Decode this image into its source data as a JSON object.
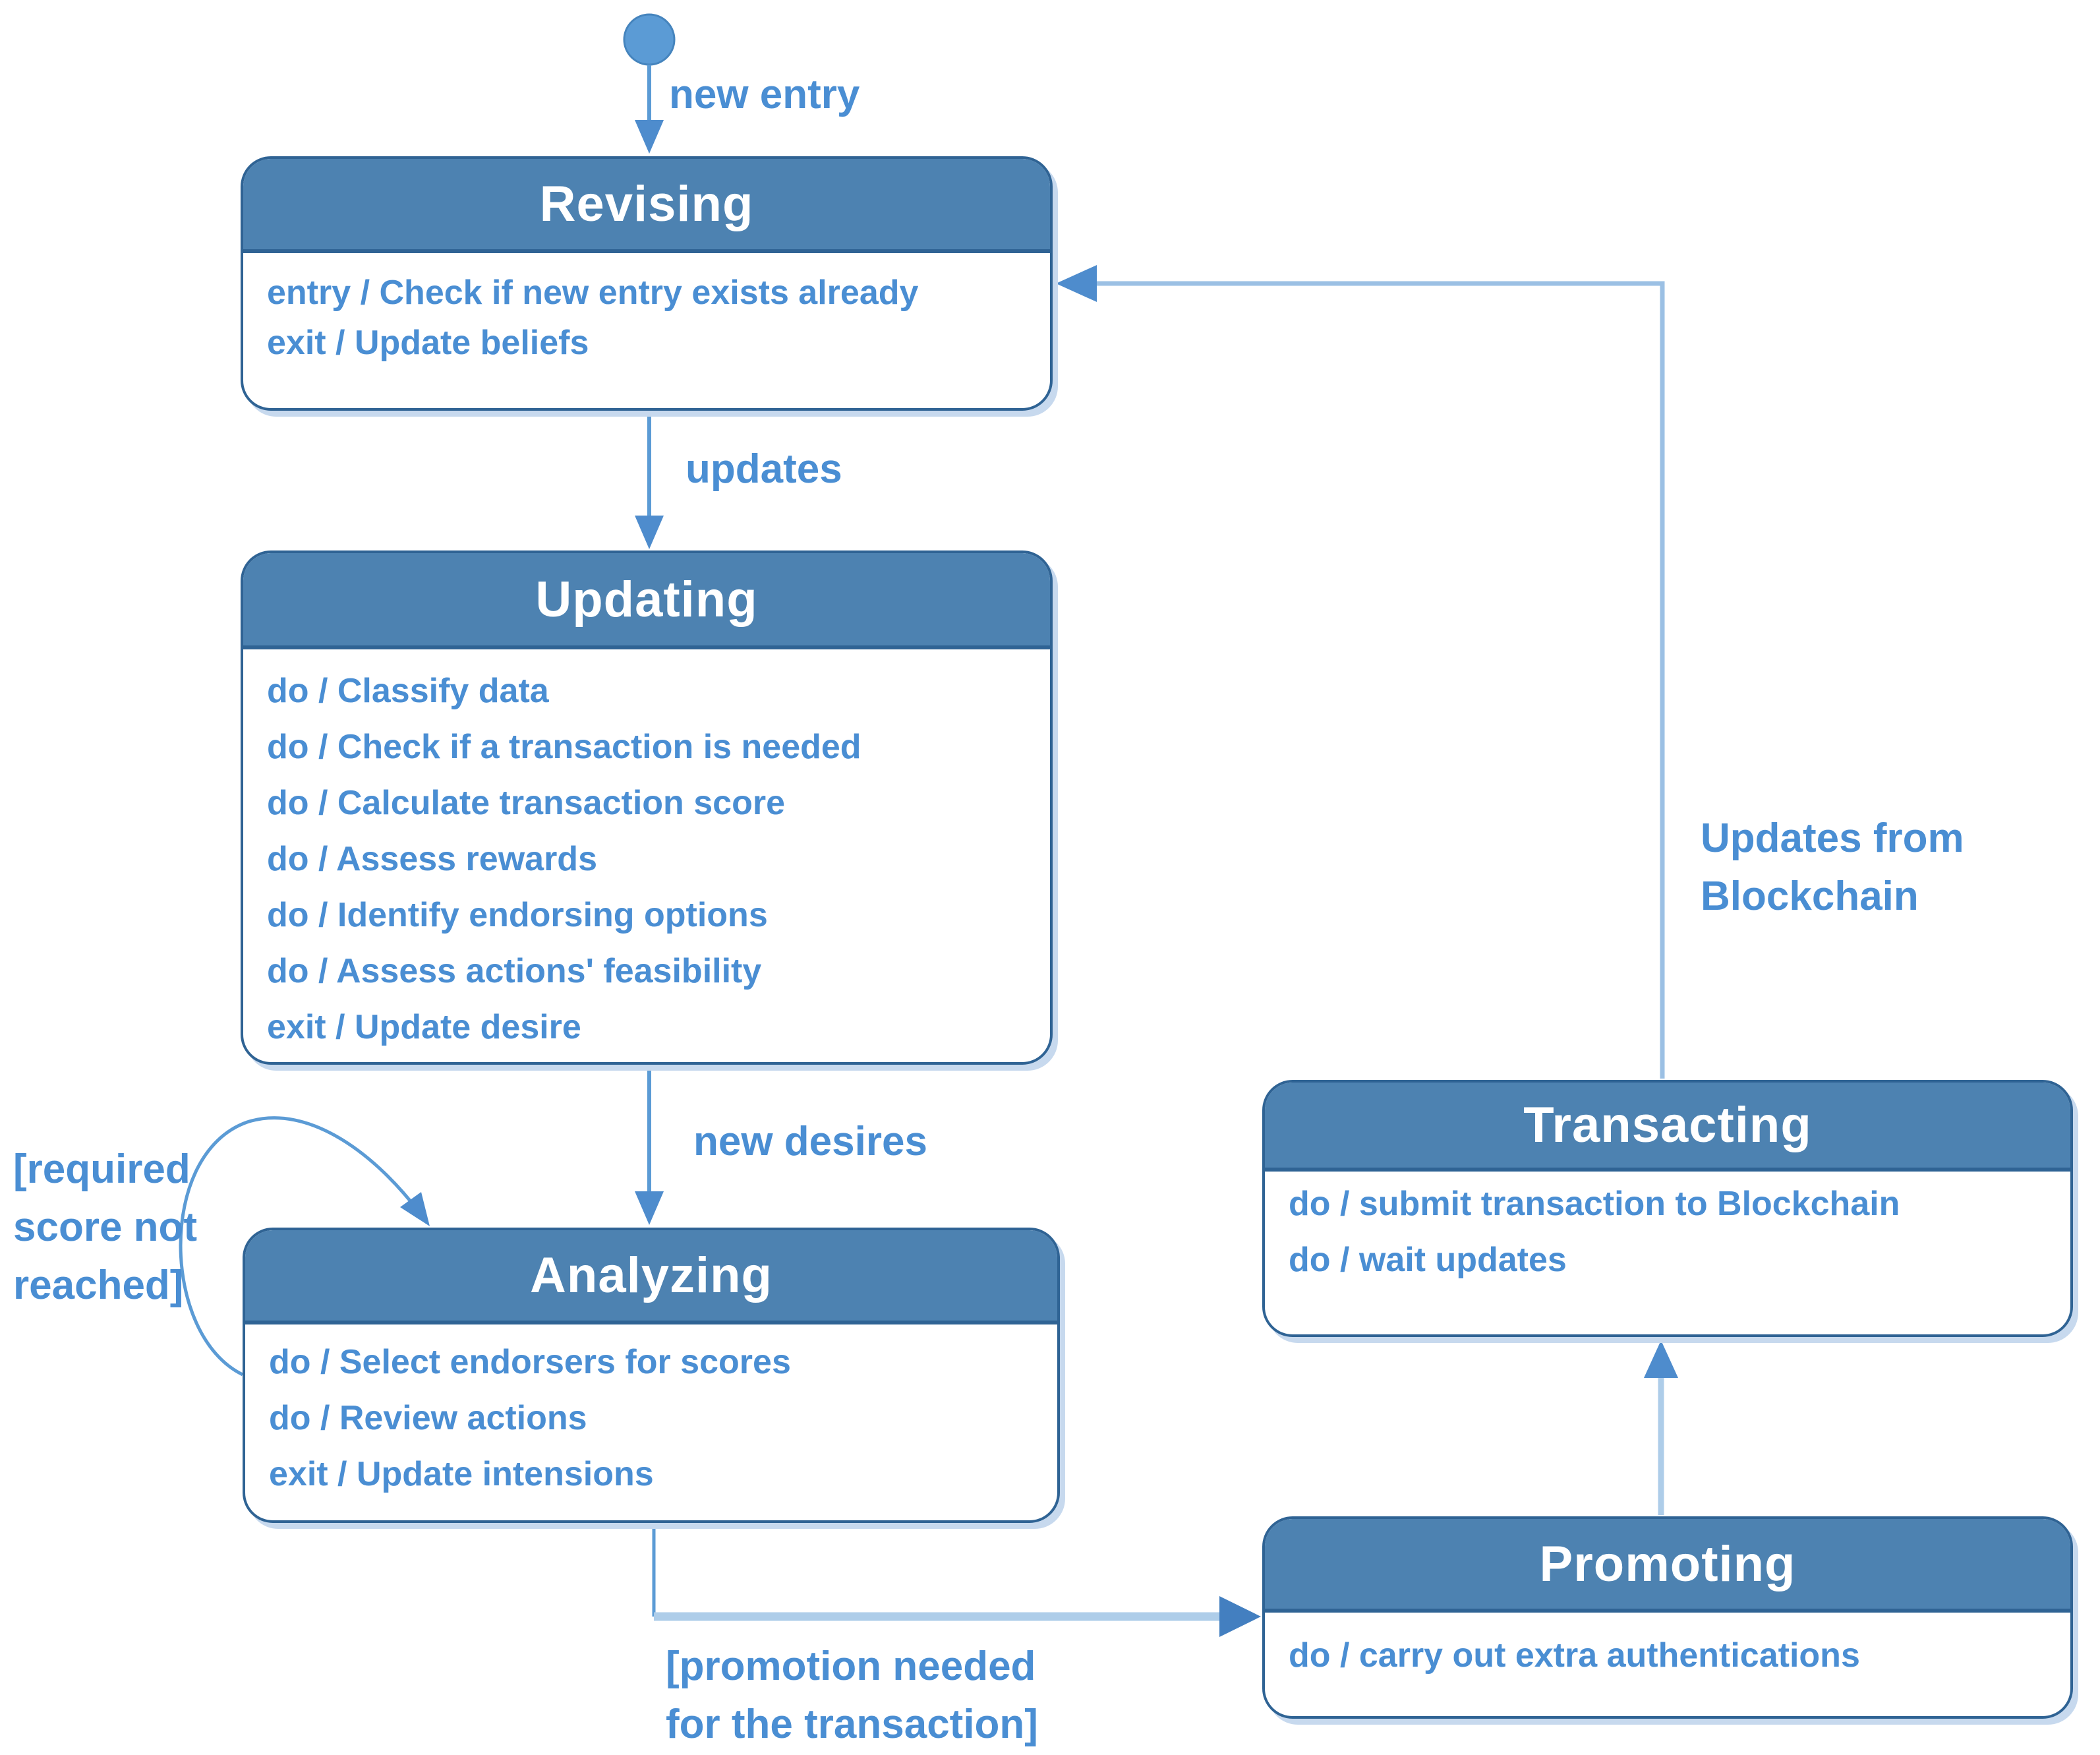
{
  "diagram": {
    "type": "uml-state-machine",
    "colors": {
      "background": "#ffffff",
      "state_header_fill": "#4d82b1",
      "state_border": "#2f6394",
      "state_title_text": "#ffffff",
      "state_body_text": "#4a8ed3",
      "label_text": "#4a8ed3",
      "connector": "#5b9bd5",
      "connector_light": "#aecde9",
      "arrowhead": "#4e8ccd",
      "initial_node_fill": "#5b9bd5",
      "shadow": "#c7d9ee"
    },
    "states": {
      "revising": {
        "title": "Revising",
        "actions": [
          "entry / Check if new entry exists already",
          "exit / Update beliefs"
        ]
      },
      "updating": {
        "title": "Updating",
        "actions": [
          "do / Classify data",
          "do / Check if a transaction is needed",
          "do / Calculate transaction score",
          "do / Assess rewards",
          "do / Identify endorsing options",
          "do / Assess actions' feasibility",
          "exit / Update desire"
        ]
      },
      "analyzing": {
        "title": "Analyzing",
        "actions": [
          "do / Select endorsers for scores",
          "do / Review actions",
          "exit / Update intensions"
        ]
      },
      "transacting": {
        "title": "Transacting",
        "actions": [
          "do / submit transaction to Blockchain",
          "do / wait updates"
        ]
      },
      "promoting": {
        "title": "Promoting",
        "actions": [
          "do / carry out extra authentications"
        ]
      }
    },
    "transitions": {
      "new_entry": {
        "from": "initial",
        "to": "Revising",
        "label": "new entry"
      },
      "updates": {
        "from": "Revising",
        "to": "Updating",
        "label": "updates"
      },
      "new_desires": {
        "from": "Updating",
        "to": "Analyzing",
        "label": "new desires"
      },
      "required_score": {
        "from": "Analyzing",
        "to": "Analyzing",
        "label_line1": "[required",
        "label_line2": "score not",
        "label_line3": "reached]"
      },
      "promotion_needed": {
        "from": "Analyzing",
        "to": "Promoting",
        "label_line1": "[promotion needed",
        "label_line2": "for the transaction]"
      },
      "promoting_to_transacting": {
        "from": "Promoting",
        "to": "Transacting",
        "label": ""
      },
      "updates_from_blockchain": {
        "from": "Transacting",
        "to": "Revising",
        "label_line1": "Updates from",
        "label_line2": "Blockchain"
      }
    }
  }
}
